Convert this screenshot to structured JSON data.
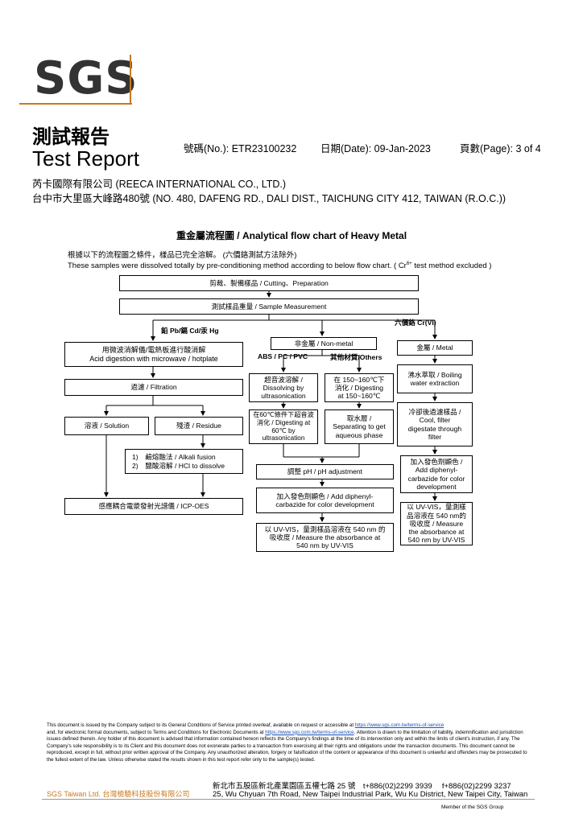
{
  "header": {
    "logo": "SGS",
    "title_zh": "測試報告",
    "title_en": "Test Report",
    "report_no": "號碼(No.): ETR23100232",
    "date": "日期(Date): 09-Jan-2023",
    "page": "頁數(Page): 3 of 4",
    "company_line1": "芮卡國際有限公司 (REECA INTERNATIONAL CO., LTD.)",
    "company_line2": "台中市大里區大峰路480號 (NO. 480, DAFENG RD., DALI DIST., TAICHUNG CITY 412, TAIWAN (R.O.C.))"
  },
  "flowchart": {
    "title": "重金屬流程圖 / Analytical flow chart of Heavy Metal",
    "note_zh": "根據以下的流程圖之條件，樣品已完全溶解。 (六價鉻測試方法除外)",
    "note_en_a": "These samples were dissolved totally by pre-conditioning method according to below flow chart. ( Cr",
    "note_en_sup": "6+",
    "note_en_b": " test method excluded )",
    "cutting": "剪裁、製備樣品 / Cutting、Preparation",
    "measurement": "測試樣品重量 / Sample Measurement",
    "label_pb": "鉛 Pb/鎘 Cd/汞 Hg",
    "label_cr": "六價鉻 Cr(VI)",
    "acid_l1": "用微波消解儀/電熱板進行酸消解",
    "acid_l2": "Acid digestion with microwave / hotplate",
    "filtration": "過濾 / Filtration",
    "solution": "溶液 / Solution",
    "residue": "殘渣 / Residue",
    "fusion_1": "1)　鹼熔融法 / Alkali fusion",
    "fusion_2": "2)　鹽酸溶解 / HCl to dissolve",
    "icp": "感應耦合電漿發射光譜儀 / ICP-OES",
    "nonmetal": "非金屬 / Non-metal",
    "abs_label": "ABS / PC / PVC",
    "other_label": "其他材質/Others",
    "ultra_l1": "超音波溶解 /",
    "ultra_l2": "Dissolving by",
    "ultra_l3": "ultrasonication",
    "digest150_l1": "在 150~160℃下",
    "digest150_l2": "消化 / Digesting",
    "digest150_l3": "at 150~160℃",
    "digest60_l1": "在60℃條件下超音波",
    "digest60_l2": "消化 / Digesting at",
    "digest60_l3": "60℃ by",
    "digest60_l4": "ultrasonication",
    "aqueous_l1": "取水層 /",
    "aqueous_l2": "Separating to get",
    "aqueous_l3": "aqueous phase",
    "ph": "調整 pH / pH adjustment",
    "addcarb_l1": "加入發色劑顯色 / Add diphenyl-",
    "addcarb_l2": "carbazide for color development",
    "uvvis_l1": "以 UV-VIS，量測樣品溶液在 540 nm 的",
    "uvvis_l2": "吸收度 / Measure the absorbance at",
    "uvvis_l3": "540 nm by UV-VIS",
    "metal": "金屬 / Metal",
    "boil_l1": "沸水萃取 / Boiling",
    "boil_l2": "water extraction",
    "cool_l1": "冷卻後過濾樣品 /",
    "cool_l2": "Cool, filter",
    "cool_l3": "digestate through",
    "cool_l4": "filter",
    "maddcarb_l1": "加入發色劑顯色 /",
    "maddcarb_l2": "Add diphenyl-",
    "maddcarb_l3": "carbazide for color",
    "maddcarb_l4": "development",
    "muv_l1": "以 UV-VIS，量測樣",
    "muv_l2": "品溶液在 540 nm的",
    "muv_l3": "吸收度 / Measure",
    "muv_l4": "the absorbance at",
    "muv_l5": "540 nm by UV-VIS"
  },
  "footer": {
    "p1": "This document is issued by the Company subject to its General Conditions of Service printed overleaf, available on request or accessible at ",
    "link1": "https://www.sgs.com.tw/terms-of-service",
    "p2": "and, for electronic format documents, subject to Terms and Conditions for Electronic Documents at ",
    "link2": "https://www.sgs.com.tw/terms-of-service",
    "p3": ". Attention is drawn to the limitation of liability, indemnification and jurisdiction issues defined therein. Any holder of this document is advised that information contained hereon reflects the Company's findings at the time of its intervention only and within the limits of client's instruction, if any. The Company's sole responsibility is to its Client and this document does not exonerate parties to a transaction from exercising all their rights and obligations under the transaction documents. This document cannot be reproduced, except in full, without prior written approval of the Company. Any unauthorized alteration, forgery or falsification of the content or appearance of this document is unlawful and offenders may be prosecuted to the fullest extent of the law. Unless otherwise stated the results shown in this test report refer only to the sample(s) tested.",
    "company": "SGS Taiwan Ltd.  台灣檢驗科技股份有限公司",
    "addr1": "新北市五股區新北產業園區五權七路 25 號　t+886(02)2299 3939　 f+886(02)2299 3237",
    "addr2": "25, Wu Chyuan 7th Road, New Taipei Industrial Park, Wu Ku District, New Taipei City, Taiwan",
    "member": "Member of the SGS Group"
  }
}
